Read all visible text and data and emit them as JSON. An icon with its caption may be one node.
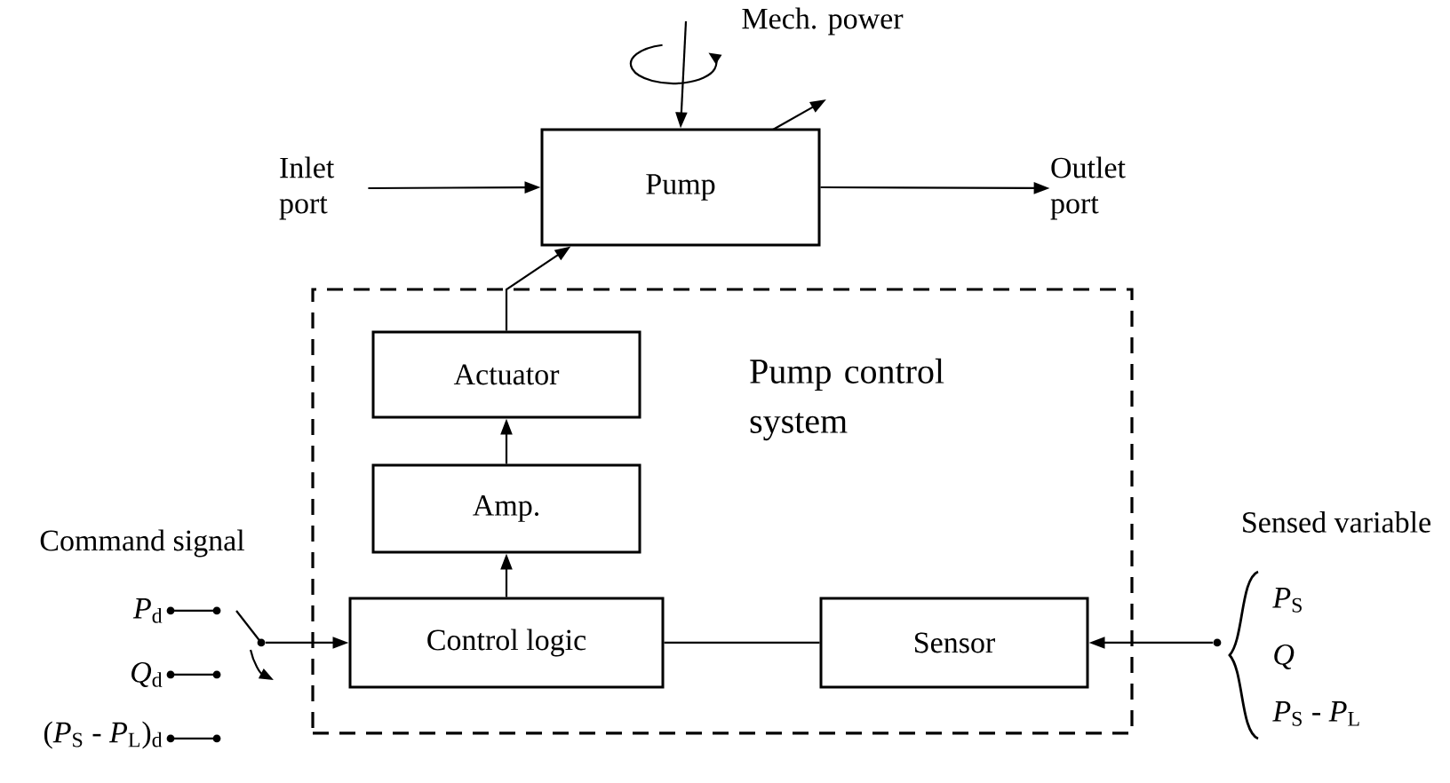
{
  "diagram": {
    "nodes": [
      {
        "text": [
          "Pump"
        ]
      },
      {
        "text": [
          "Pump control system"
        ]
      },
      {
        "text": [
          "Actuator"
        ],
        "in": 1
      },
      {
        "text": [
          "Amp."
        ],
        "in": 1
      },
      {
        "text": [
          "Control logic"
        ],
        "in": 1
      },
      {
        "text": [
          "Sensor"
        ],
        "in": 1
      },
      {
        "text": [
          "Inlet port"
        ]
      },
      {
        "text": [
          "Outlet port"
        ]
      },
      {
        "text": [],
        "shape": "circle"
      },
      {
        "text": [],
        "shape": "circle"
      }
    ],
    "edges": [
      {
        "from": 6,
        "to": 0,
        "arrow": "to"
      },
      {
        "from": 0,
        "to": 7,
        "arrow": "to"
      },
      {
        "from": null,
        "to": 0,
        "arrow": "to",
        "label": "Mech. power"
      },
      {
        "from": 2,
        "to": 0,
        "arrow": "to"
      },
      {
        "from": 3,
        "to": 2,
        "arrow": "to"
      },
      {
        "from": 4,
        "to": 3,
        "arrow": "to"
      },
      {
        "from": 5,
        "to": 4,
        "arrow": "none"
      },
      {
        "from": 9,
        "to": 5,
        "arrow": "to"
      },
      {
        "from": 8,
        "to": 4,
        "arrow": "to"
      }
    ],
    "labels": [
      "Command signal",
      "*P*$_{d}$",
      "*Q*$_{d}$",
      "(*P*$_{S}$ - *P*$_{L}$)$_{d}$",
      "Sensed variable",
      "*P*$_{S}$",
      "*Q*",
      "*P*$_{S}$ - *P*$_{L}$"
    ]
  }
}
